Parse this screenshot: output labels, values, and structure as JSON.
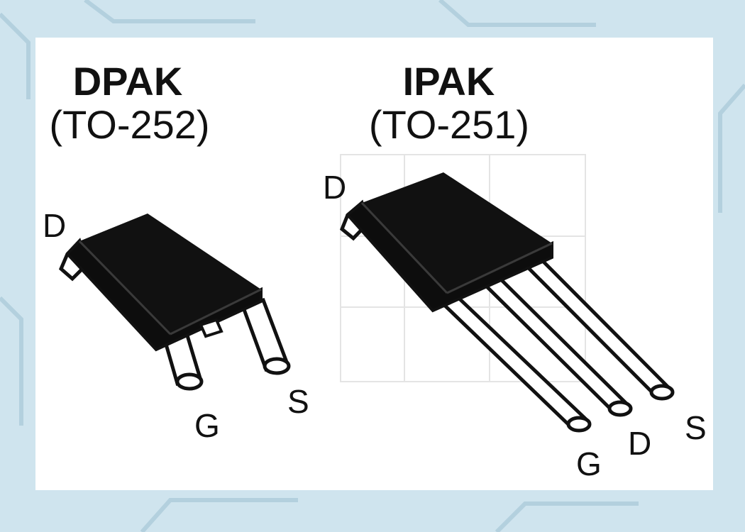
{
  "dpak": {
    "title": "DPAK",
    "subtitle": "(TO-252)",
    "pins": {
      "tab": "D",
      "left": "G",
      "right": "S"
    }
  },
  "ipak": {
    "title": "IPAK",
    "subtitle": "(TO-251)",
    "pins": {
      "tab": "D",
      "left": "G",
      "middle": "D",
      "right": "S"
    }
  },
  "colors": {
    "background": "#cfe4ee",
    "panel": "#ffffff",
    "package_body": "#0d0d0d",
    "outline": "#111111",
    "lead_fill": "#ffffff"
  }
}
